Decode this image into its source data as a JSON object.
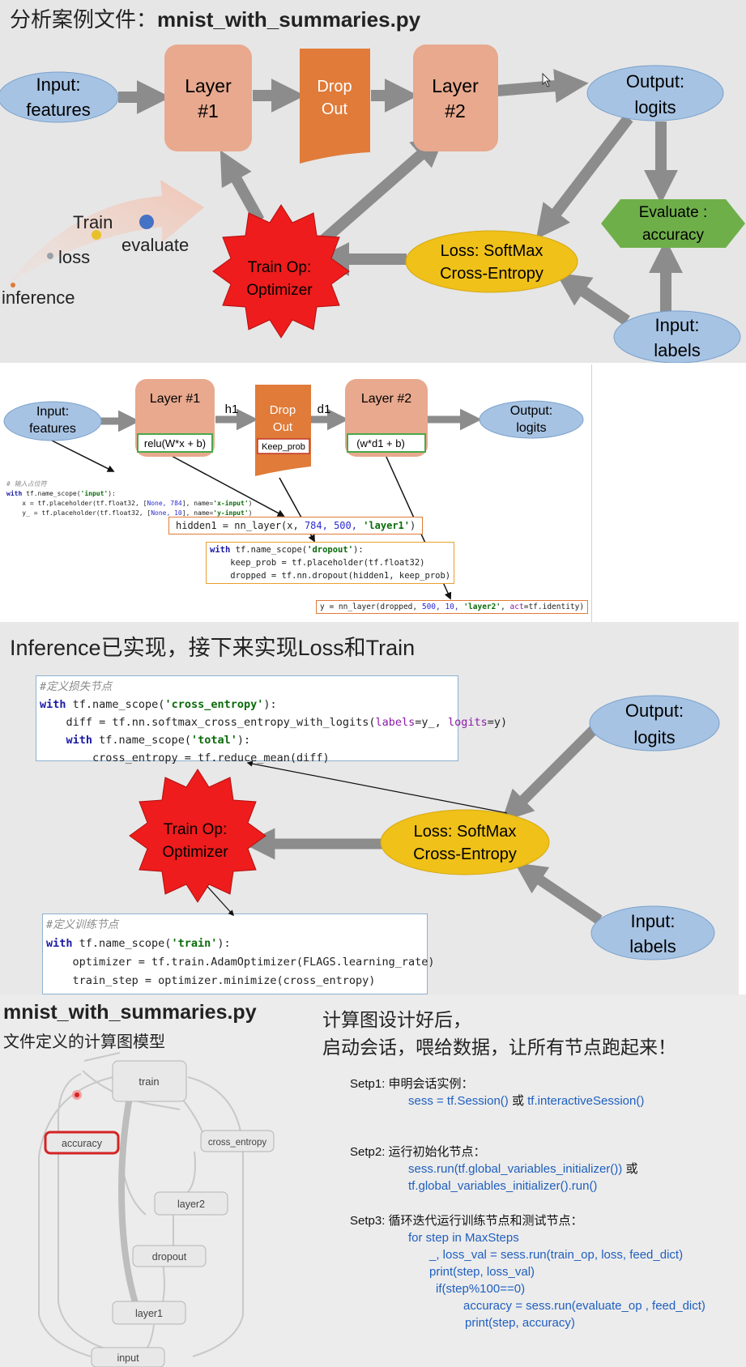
{
  "panel1": {
    "title_prefix": "分析案例文件：",
    "title_file": "mnist_with_summaries.py",
    "input_features": [
      "Input:",
      "features"
    ],
    "layer1": [
      "Layer",
      "#1"
    ],
    "dropout": [
      "Drop",
      "Out"
    ],
    "layer2": [
      "Layer",
      "#2"
    ],
    "output_logits": [
      "Output:",
      "logits"
    ],
    "evaluate": [
      "Evaluate :",
      "accuracy"
    ],
    "loss": [
      "Loss: SoftMax",
      "Cross-Entropy"
    ],
    "train_op": [
      "Train Op:",
      "Optimizer"
    ],
    "input_labels": [
      "Input:",
      "labels"
    ],
    "stages": {
      "train": "Train",
      "evaluate": "evaluate",
      "loss": "loss",
      "inference": "inference"
    }
  },
  "panel2": {
    "input_features": [
      "Input:",
      "features"
    ],
    "layer1": "Layer #1",
    "layer1_formula": "relu(W*x + b)",
    "h1": "h1",
    "dropout": [
      "Drop",
      "Out"
    ],
    "keep_prob": "Keep_prob",
    "d1": "d1",
    "layer2": "Layer #2",
    "layer2_formula": "(w*d1 + b)",
    "output_logits": [
      "Output:",
      "logits"
    ],
    "code_input": {
      "comment": "# 输入占位符",
      "l1_kw": "with",
      "l1_a": " tf.name_scope(",
      "l1_s": "'input'",
      "l1_b": "):",
      "l2_a": "    x = tf.placeholder(tf.float32, [",
      "l2_n": "None, 784",
      "l2_b": "], name=",
      "l2_s": "'x-input'",
      "l2_c": ")",
      "l3_a": "    y_ = tf.placeholder(tf.float32, [",
      "l3_n": "None, 10",
      "l3_b": "], name=",
      "l3_s": "'y-input'",
      "l3_c": ")"
    },
    "code_hidden": {
      "a": "hidden1 = nn_layer(x, ",
      "n": "784, 500, ",
      "s": "'layer1'",
      "b": ")"
    },
    "code_dropout": {
      "l1_kw": "with",
      "l1_a": " tf.name_scope(",
      "l1_s": "'dropout'",
      "l1_b": "):",
      "l2": "    keep_prob = tf.placeholder(tf.float32)",
      "l3": "    dropped = tf.nn.dropout(hidden1, keep_prob)"
    },
    "code_y": {
      "a": "y = nn_layer(dropped, ",
      "n": "500, 10, ",
      "s": "'layer2'",
      "b": ", ",
      "p": "act",
      "c": "=tf.identity)"
    }
  },
  "panel3": {
    "title": "Inference已实现，接下来实现Loss和Train",
    "output_logits": [
      "Output:",
      "logits"
    ],
    "loss": [
      "Loss: SoftMax",
      "Cross-Entropy"
    ],
    "train_op": [
      "Train Op:",
      "Optimizer"
    ],
    "input_labels": [
      "Input:",
      "labels"
    ],
    "code_loss": {
      "comment": "#定义损失节点",
      "l1_kw": "with",
      "l1_a": " tf.name_scope(",
      "l1_s": "'cross_entropy'",
      "l1_b": "):",
      "l2_a": "    diff = tf.nn.softmax_cross_entropy_with_logits(",
      "l2_p1": "labels",
      "l2_b": "=y_, ",
      "l2_p2": "logits",
      "l2_c": "=y)",
      "l3_kw": "    with",
      "l3_a": " tf.name_scope(",
      "l3_s": "'total'",
      "l3_b": "):",
      "l4": "        cross_entropy = tf.reduce_mean(diff)"
    },
    "code_train": {
      "comment": "#定义训练节点",
      "l1_kw": "with",
      "l1_a": " tf.name_scope(",
      "l1_s": "'train'",
      "l1_b": "):",
      "l2": "    optimizer = tf.train.AdamOptimizer(FLAGS.learning_rate)",
      "l3": "    train_step = optimizer.minimize(cross_entropy)"
    }
  },
  "panel4": {
    "title": "mnist_with_summaries.py",
    "subtitle": "文件定义的计算图模型",
    "nodes": {
      "train": "train",
      "accuracy": "accuracy",
      "cross_entropy": "cross_entropy",
      "layer2": "layer2",
      "dropout": "dropout",
      "layer1": "layer1",
      "input": "input"
    },
    "heading_line1": "计算图设计好后，",
    "heading_line2": "启动会话，喂给数据，让所有节点跑起来！",
    "step1_label": "Setp1: 申明会话实例：",
    "step1_code": "sess = tf.Session()",
    "step1_or": " 或 ",
    "step1_code2": "tf.interactiveSession()",
    "step2_label": "Setp2: 运行初始化节点：",
    "step2_code1": "sess.run(tf.global_variables_initializer())",
    "step2_or": " 或",
    "step2_code2": "tf.global_variables_initializer().run()",
    "step3_label": "Setp3: 循环迭代运行训练节点和测试节点：",
    "step3_lines": [
      "for step in MaxSteps",
      "_, loss_val =  sess.run(train_op, loss, feed_dict)",
      "print(step, loss_val)",
      "if(step%100==0)",
      "accuracy = sess.run(evaluate_op , feed_dict)",
      "print(step, accuracy)"
    ]
  }
}
